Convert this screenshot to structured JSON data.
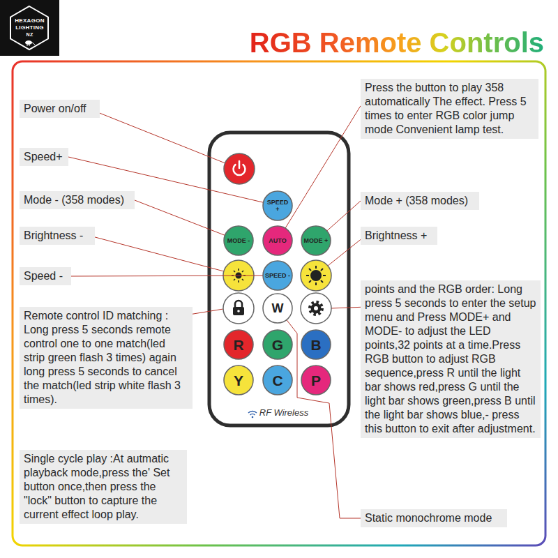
{
  "diagram": {
    "title": "RGB Remote Controls",
    "nodes": [
      {
        "text": [
          "Power on/off"
        ]
      },
      {
        "text": [
          "Speed+"
        ]
      },
      {
        "text": [
          "Mode - (358 modes)"
        ]
      },
      {
        "text": [
          "Brightness -"
        ]
      },
      {
        "text": [
          "Speed -"
        ]
      },
      {
        "text": [
          "Remote control ID matching : Long press 5 seconds remote control one to one match(led strip green flash 3 times) again long press 5 seconds to cancel the match(led strip white flash 3 times)."
        ]
      },
      {
        "text": [
          "Single cycle play :At autmatic playback mode,press the' Set button once,then press the \"lock\" button to capture the current effect loop play."
        ]
      },
      {
        "text": [
          "Press the button to play 358 automatically The effect. Press 5 times to enter RGB color jump mode Convenient lamp test."
        ]
      },
      {
        "text": [
          "Mode + (358 modes)"
        ]
      },
      {
        "text": [
          "Brightness +"
        ]
      },
      {
        "text": [
          "points and the RGB order: Long press 5 seconds to enter the setup menu and Press MODE+ and MODE- to adjust the LED points,32 points at a time.Press RGB button to adjust RGB sequence,press R until the light bar shows red,press G until the light bar shows green,press B until the light bar shows blue,- press this button to exit after adjustment."
        ]
      },
      {
        "text": [
          "Static monochrome mode"
        ]
      },
      {
        "text": [
          "RF Wireless"
        ]
      },
      {
        "text": [
          "SPEED +"
        ],
        "in": 12
      },
      {
        "text": [
          "MODE -"
        ],
        "in": 12
      },
      {
        "text": [
          "AUTO"
        ],
        "in": 12
      },
      {
        "text": [
          "MODE +"
        ],
        "in": 12
      },
      {
        "text": [
          "SPEED -"
        ],
        "in": 12
      },
      {
        "text": [
          "W"
        ],
        "in": 12
      },
      {
        "text": [
          "R"
        ],
        "in": 12
      },
      {
        "text": [
          "G"
        ],
        "in": 12
      },
      {
        "text": [
          "B"
        ],
        "in": 12
      },
      {
        "text": [
          "Y"
        ],
        "in": 12
      },
      {
        "text": [
          "C"
        ],
        "in": 12
      },
      {
        "text": [
          "P"
        ],
        "in": 12
      }
    ],
    "edges": [
      {
        "from": 7,
        "to": 15,
        "arrow": "none"
      },
      {
        "from": 1,
        "to": 13,
        "arrow": "none"
      },
      {
        "from": 2,
        "to": 14,
        "arrow": "none"
      },
      {
        "from": 8,
        "to": 16,
        "arrow": "none"
      },
      {
        "from": 4,
        "to": 17,
        "arrow": "none"
      },
      {
        "from": 11,
        "to": 18,
        "arrow": "none"
      }
    ],
    "labels": [
      "HEXAGON",
      "LIGHTING",
      "NZ"
    ]
  }
}
